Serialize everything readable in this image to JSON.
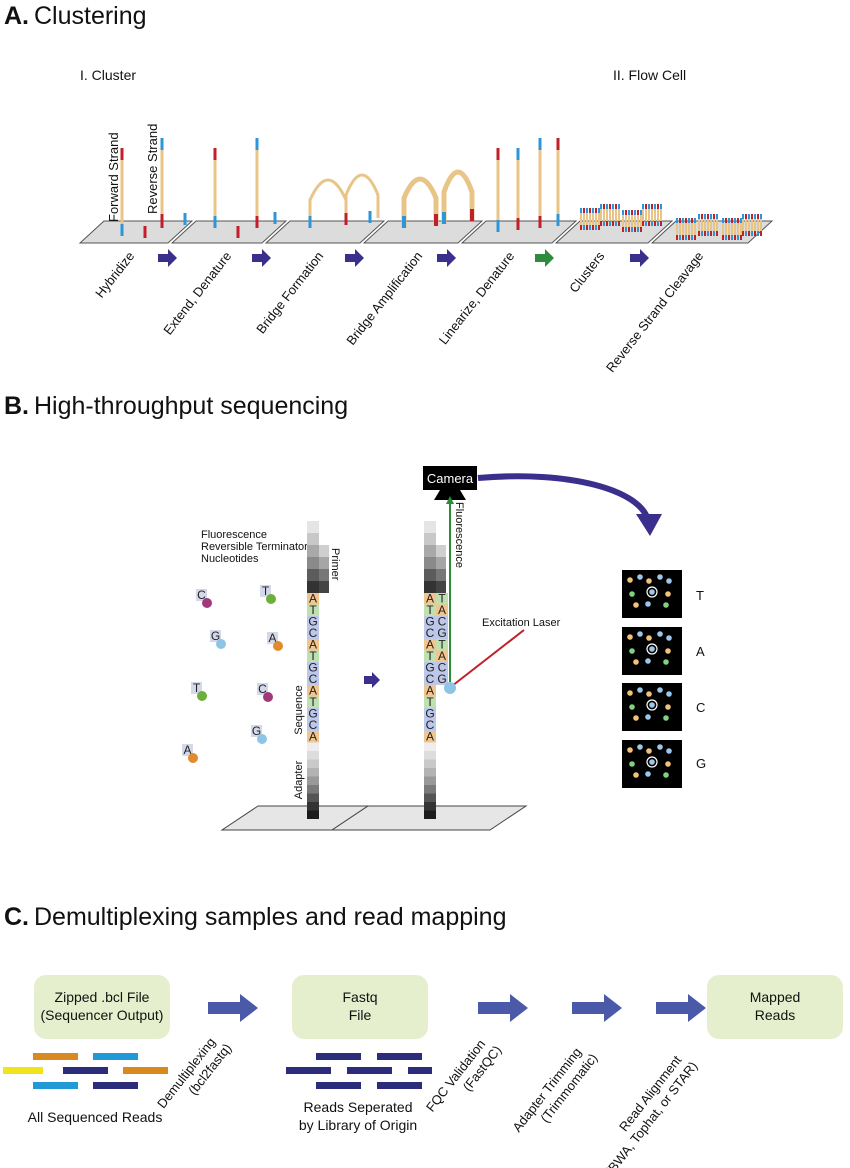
{
  "panel_a": {
    "letter": "A.",
    "title": "Clustering",
    "sub_left": "I. Cluster",
    "sub_right": "II. Flow Cell",
    "forward_strand": "Forward Strand",
    "reverse_strand": "Reverse Strand",
    "steps": [
      "Hybridize",
      "Extend, Denature",
      "Bridge Formation",
      "Bridge Amplification",
      "Linearize, Denature",
      "Clusters",
      "Reverse Strand Cleavage"
    ],
    "colors": {
      "strand": "#e8c487",
      "red": "#c0202a",
      "blue": "#2e96d6",
      "arrow": "#3a2f8c",
      "green_arrow": "#2e8b3a"
    }
  },
  "panel_b": {
    "letter": "B.",
    "title": "High-throughput sequencing",
    "camera": "Camera",
    "fluorescence": "Fluorescence",
    "legend_lines": [
      "Fluorescence",
      "Reversible Terminator",
      "Nucleotides"
    ],
    "primer": "Primer",
    "sequence": "Sequence",
    "adapter": "Adapter",
    "excitation_laser": "Excitation Laser",
    "strand_bases": [
      "A",
      "T",
      "G",
      "C",
      "A",
      "T",
      "G",
      "C",
      "A",
      "T",
      "G",
      "C",
      "A"
    ],
    "complement_bases": [
      "T",
      "A",
      "C",
      "G",
      "T",
      "A",
      "C",
      "G"
    ],
    "free_nucleotides": [
      "C",
      "T",
      "G",
      "A",
      "T",
      "C",
      "G",
      "A"
    ],
    "image_labels": [
      "T",
      "A",
      "C",
      "G"
    ]
  },
  "panel_c": {
    "letter": "C.",
    "title": "Demultiplexing samples and read mapping",
    "box1_line1": "Zipped .bcl File",
    "box1_line2": "(Sequencer Output)",
    "box2_line1": "Fastq",
    "box2_line2": "File",
    "box3_line1": "Mapped",
    "box3_line2": "Reads",
    "caption1": "All Sequenced Reads",
    "caption2_line1": "Reads Seperated",
    "caption2_line2": "by Library of Origin",
    "step1_line1": "Demultiplexing",
    "step1_line2": "(bcl2fastq)",
    "step2_line1": "FQC Validation",
    "step2_line2": "(FastQC)",
    "step3_line1": "Adapter Trimming",
    "step3_line2": "(Trimmomatic)",
    "step4_line1": "Read Alignment",
    "step4_line2": "(BWA, Tophat, or STAR)"
  }
}
